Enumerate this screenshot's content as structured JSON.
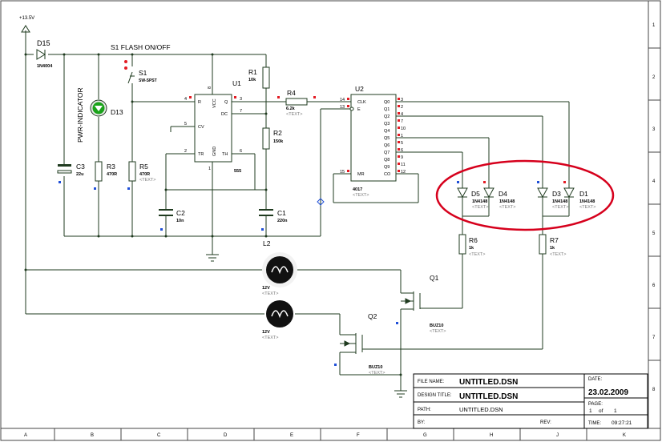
{
  "supply": {
    "label": "+13.5V"
  },
  "switch": {
    "caption": "S1 FLASH ON/OFF",
    "ref": "S1",
    "part": "SW-SPST"
  },
  "pwr_indicator": {
    "label": "PWR-INDICATOR"
  },
  "text_placeholder": "<TEXT>",
  "parts": {
    "d15": {
      "ref": "D15",
      "value": "1N4004"
    },
    "d13": {
      "ref": "D13"
    },
    "r3": {
      "ref": "R3",
      "value": "470R"
    },
    "r5": {
      "ref": "R5",
      "value": "470R"
    },
    "c3": {
      "ref": "C3",
      "value": "22u"
    },
    "u1": {
      "ref": "U1",
      "part": "555",
      "pins": {
        "R": "R",
        "VCC": "VCC",
        "Q": "Q",
        "DC": "DC",
        "CV": "CV",
        "TR": "TR",
        "GND": "GND",
        "TH": "TH"
      },
      "pin_numbers": {
        "p4": "4",
        "p8": "8",
        "p3": "3",
        "p7": "7",
        "p5": "5",
        "p2": "2",
        "p1": "1",
        "p6": "6"
      }
    },
    "r1": {
      "ref": "R1",
      "value": "10k"
    },
    "r2": {
      "ref": "R2",
      "value": "150k"
    },
    "r4": {
      "ref": "R4",
      "value": "6.2k"
    },
    "c1": {
      "ref": "C1",
      "value": "220n"
    },
    "c2": {
      "ref": "C2",
      "value": "10n"
    },
    "u2": {
      "ref": "U2",
      "part": "4017",
      "left_pins": [
        {
          "num": "14",
          "name": "CLK"
        },
        {
          "num": "13",
          "name": "E"
        },
        {
          "num": "15",
          "name": "MR"
        }
      ],
      "right_pins": [
        {
          "num": "3",
          "name": "Q0"
        },
        {
          "num": "2",
          "name": "Q1"
        },
        {
          "num": "4",
          "name": "Q2"
        },
        {
          "num": "7",
          "name": "Q3"
        },
        {
          "num": "10",
          "name": "Q4"
        },
        {
          "num": "1",
          "name": "Q5"
        },
        {
          "num": "5",
          "name": "Q6"
        },
        {
          "num": "6",
          "name": "Q7"
        },
        {
          "num": "9",
          "name": "Q8"
        },
        {
          "num": "11",
          "name": "Q9"
        },
        {
          "num": "12",
          "name": "CO"
        }
      ]
    },
    "d5": {
      "ref": "D5",
      "value": "1N4148"
    },
    "d4": {
      "ref": "D4",
      "value": "1N4148"
    },
    "d3": {
      "ref": "D3",
      "value": "1N4148"
    },
    "d1": {
      "ref": "D1",
      "value": "1N4148"
    },
    "r6": {
      "ref": "R6",
      "value": "1k"
    },
    "r7": {
      "ref": "R7",
      "value": "1k"
    },
    "l2": {
      "ref": "L2",
      "value": "12V"
    },
    "l1": {
      "value": "12V"
    },
    "q1": {
      "ref": "Q1",
      "part": "BUZ10"
    },
    "q2": {
      "ref": "Q2",
      "part": "BUZ10"
    }
  },
  "border": {
    "columns": [
      "A",
      "B",
      "C",
      "D",
      "E",
      "F",
      "G",
      "H",
      "J",
      "K"
    ],
    "rows": [
      "1",
      "2",
      "3",
      "4",
      "5",
      "6",
      "7",
      "8"
    ]
  },
  "title_block": {
    "file_name_label": "FILE NAME:",
    "file_name": "UNTITLED.DSN",
    "design_title_label": "DESIGN TITLE:",
    "design_title": "UNTITLED.DSN",
    "path_label": "PATH:",
    "path": "UNTITLED.DSN",
    "by_label": "BY:",
    "rev_label": "REV:",
    "date_label": "DATE:",
    "date": "23.02.2009",
    "page_label": "PAGE:",
    "page": "1",
    "of_label": "of",
    "page_total": "1",
    "time_label": "TIME:",
    "time": "09:27:21"
  },
  "colors": {
    "wire": "#1f3b1f",
    "pin_red": "#e31b23",
    "pin_blue": "#1f4fd8",
    "highlight": "#d6001c",
    "led_green": "#1aa31a"
  }
}
